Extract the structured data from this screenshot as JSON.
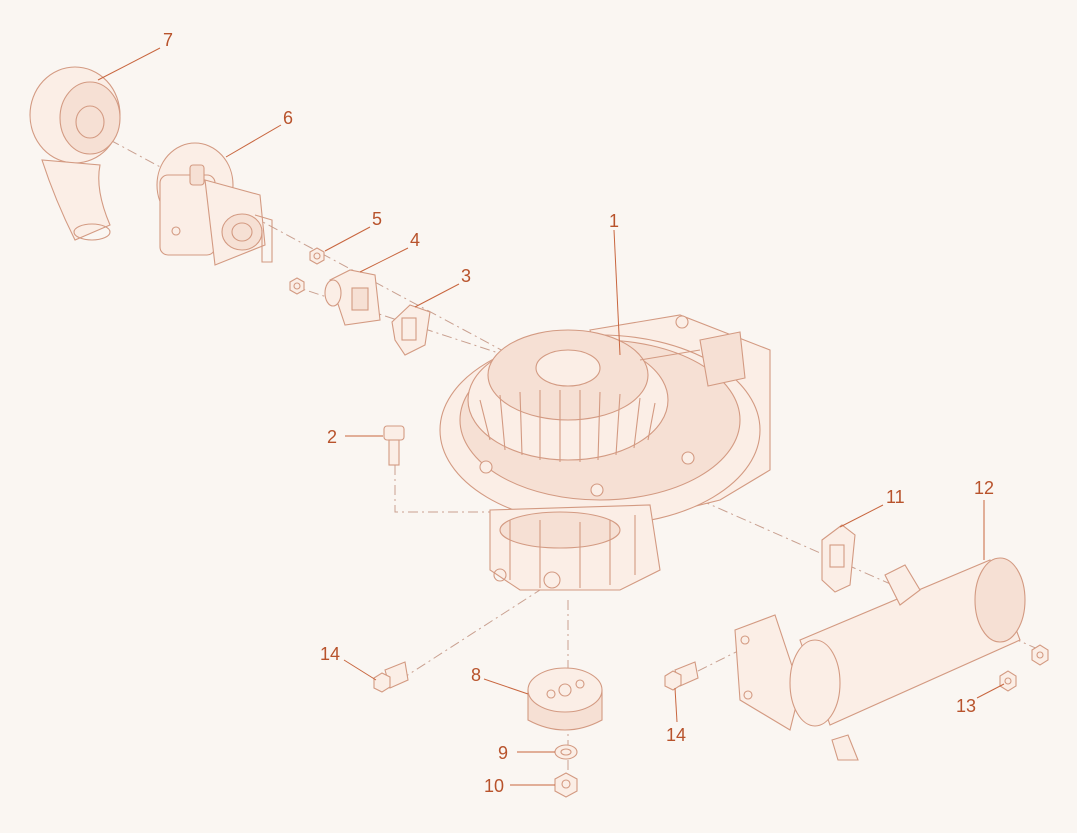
{
  "diagram": {
    "accent_color": "#b8532c",
    "callouts": [
      {
        "id": "c1",
        "label": "1"
      },
      {
        "id": "c2",
        "label": "2"
      },
      {
        "id": "c3",
        "label": "3"
      },
      {
        "id": "c4",
        "label": "4"
      },
      {
        "id": "c5",
        "label": "5"
      },
      {
        "id": "c6",
        "label": "6"
      },
      {
        "id": "c7",
        "label": "7"
      },
      {
        "id": "c8",
        "label": "8"
      },
      {
        "id": "c9",
        "label": "9"
      },
      {
        "id": "c10",
        "label": "10"
      },
      {
        "id": "c11",
        "label": "11"
      },
      {
        "id": "c12",
        "label": "12"
      },
      {
        "id": "c13",
        "label": "13"
      },
      {
        "id": "c14a",
        "label": "14"
      },
      {
        "id": "c14b",
        "label": "14"
      }
    ]
  }
}
